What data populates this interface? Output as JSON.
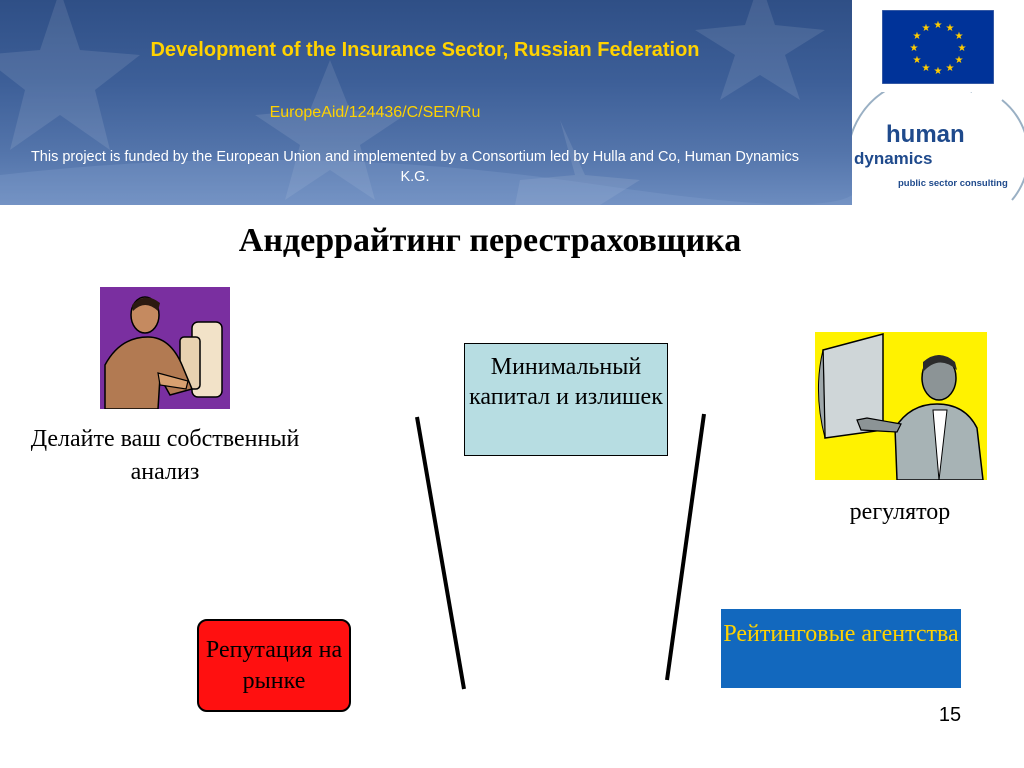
{
  "header": {
    "title": "Development of the Insurance Sector, Russian Federation",
    "reference": "EuropeAid/124436/C/SER/Ru",
    "funding_note": "This project is funded by the European Union and implemented by a Consortium led by Hulla and Co, Human Dynamics K.G."
  },
  "logos": {
    "eu_flag": "eu-flag-icon",
    "human_dynamics": {
      "line1": "human",
      "line2": "dynamics",
      "tagline": "public sector consulting"
    }
  },
  "slide": {
    "title": "Андеррайтинг перестраховщика",
    "left_caption": "Делайте ваш собственный анализ",
    "right_caption": "регулятор",
    "box_capital": "Минимальный капитал и излишек",
    "box_reputation": "Репутация на рынке",
    "box_rating": "Рейтинговые агентства",
    "page_number": "15"
  },
  "colors": {
    "banner_blue": "#3d5f98",
    "title_yellow": "#ffd200",
    "capital_box": "#b7dde2",
    "reputation_box": "#ff1010",
    "rating_box": "#1268be",
    "analyst_bg": "#7a2fa0",
    "regulator_bg": "#fff200"
  }
}
